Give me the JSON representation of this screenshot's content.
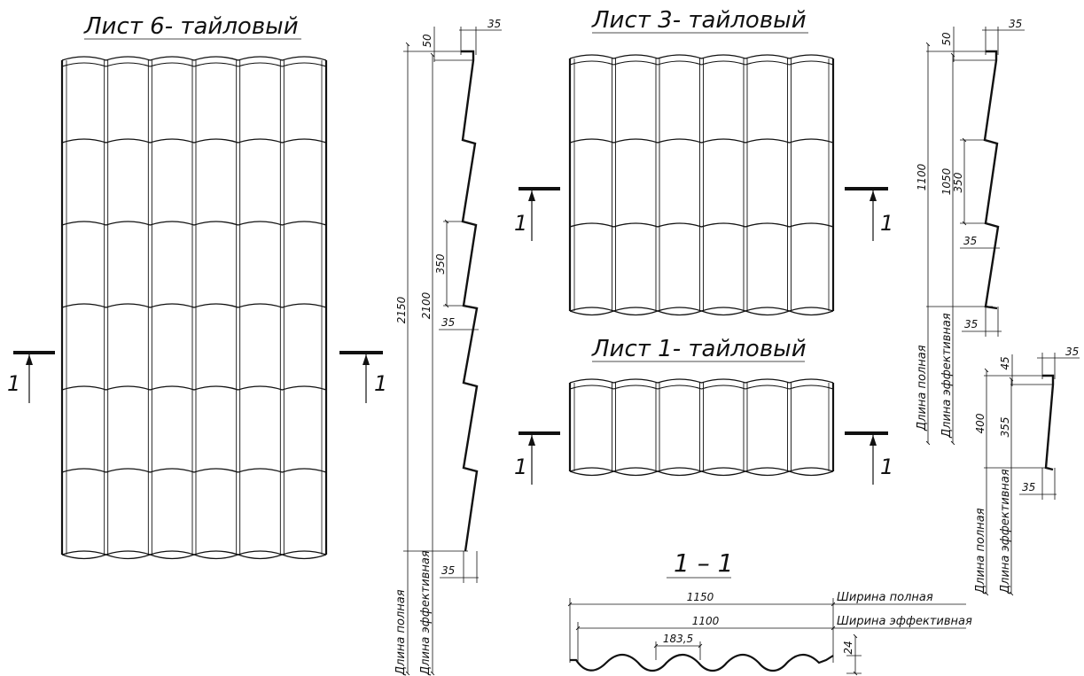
{
  "titles": {
    "sheet6": "Лист  6- тайловый",
    "sheet3": "Лист  3- тайловый",
    "sheet1": "Лист  1- тайловый",
    "section": "1 – 1"
  },
  "section_marks": {
    "label": "1"
  },
  "profile6": {
    "d_total": "2150",
    "d_eff": "2100",
    "d_step": "350",
    "d_top": "50",
    "d_35": "35",
    "label_full": "Длина полная",
    "label_eff": "Длина эффективная"
  },
  "profile3": {
    "d_total": "1100",
    "d_eff": "1050",
    "d_step": "350",
    "d_top": "50",
    "d_35": "35",
    "label_full": "Длина полная",
    "label_eff": "Длина эффективная"
  },
  "profile1": {
    "d_total": "400",
    "d_eff": "355",
    "d_top": "45",
    "d_35": "35",
    "label_full": "Длина полная",
    "label_eff": "Длина эффективная"
  },
  "cross_section": {
    "width_full": "1150",
    "width_eff": "1100",
    "pitch": "183,5",
    "height": "24",
    "label_full": "Ширина полная",
    "label_eff": "Ширина эффективная"
  }
}
